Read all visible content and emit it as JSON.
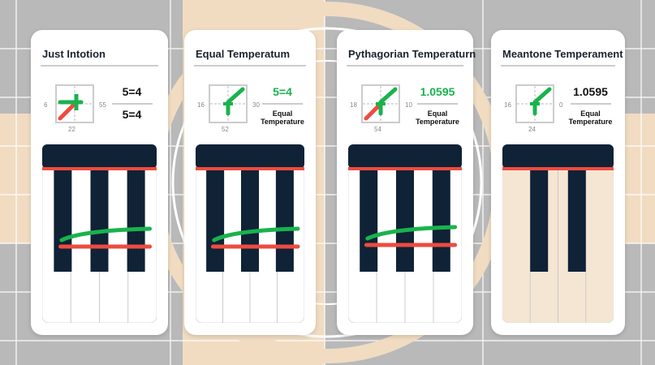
{
  "colors": {
    "navy": "#0f2236",
    "red": "#ee4b3f",
    "green": "#19b34c",
    "tan": "#f5e6d3"
  },
  "cards": [
    {
      "title": "Just Intotion",
      "left_label": "6",
      "right_label": "55",
      "bottom_label": "22",
      "value": "5=4",
      "subtitle": "5=4",
      "value_green": false,
      "red_diag": true,
      "keys": "white"
    },
    {
      "title": "Equal Temperatum",
      "left_label": "16",
      "right_label": "30",
      "bottom_label": "52",
      "value": "5=4",
      "subtitle": "Equal Temperature",
      "value_green": true,
      "red_diag": false,
      "keys": "white"
    },
    {
      "title": "Pythagorian Temperaturn",
      "left_label": "18",
      "right_label": "10",
      "bottom_label": "54",
      "value": "1.0595",
      "subtitle": "Equal Temperature",
      "value_green": true,
      "red_diag": true,
      "keys": "white"
    },
    {
      "title": "Meantone Temperament",
      "left_label": "16",
      "right_label": "0",
      "bottom_label": "24",
      "value": "1.0595",
      "subtitle": "Equal Temperature",
      "value_green": false,
      "red_diag": false,
      "keys": "tan"
    }
  ]
}
